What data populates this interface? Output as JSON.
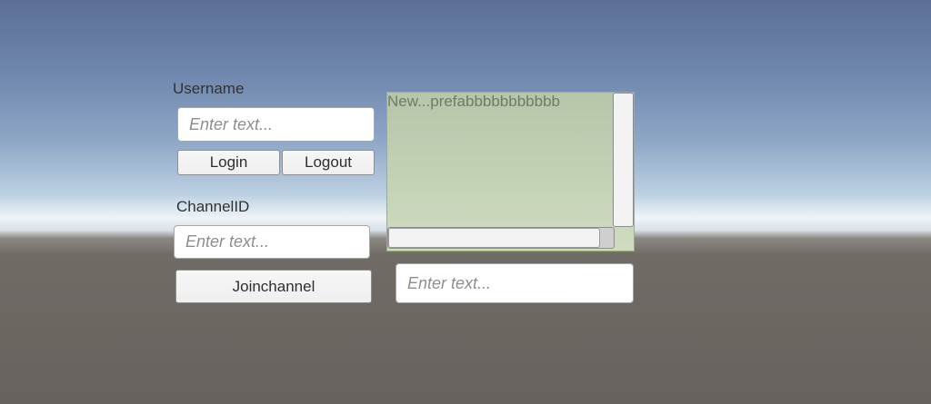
{
  "login_panel": {
    "username_label": "Username",
    "username_input": {
      "value": "",
      "placeholder": "Enter text..."
    },
    "login_label": "Login",
    "logout_label": "Logout"
  },
  "channel_panel": {
    "channel_label": "ChannelID",
    "channel_input": {
      "value": "",
      "placeholder": "Enter text..."
    },
    "join_label": "Joinchannel"
  },
  "message_panel": {
    "scroll_text": "New...prefabbbbbbbbbbb",
    "message_input": {
      "value": "",
      "placeholder": "Enter text..."
    }
  },
  "colors": {
    "scroll_bg": "#c4d2b6",
    "button_bg": "#f2f2f2",
    "input_bg": "#ffffff"
  }
}
